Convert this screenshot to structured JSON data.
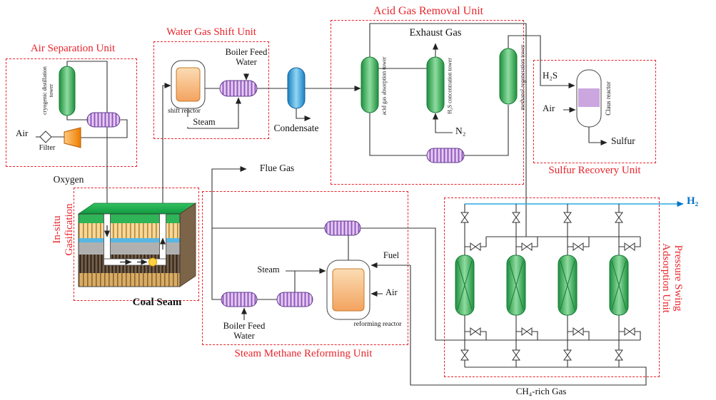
{
  "colors": {
    "unit_border_red": "#E8242B",
    "tower_green": "#1E8F3E",
    "exchanger_purple": "#9059BE",
    "reactor_orange": "#F3A35F",
    "condensate_blue": "#1A7FC0",
    "claus_band_purple": "#CBA6DF",
    "h2_text_blue": "#0072C6",
    "h2_line_blue": "#29ABE2",
    "compressor_orange": "#ED7D00",
    "fire_yellow": "#FFD23F"
  },
  "units": {
    "asu": {
      "title": "Air Separation Unit",
      "tower_label": "cryogenic distillation tower",
      "air_label": "Air",
      "filter_label": "Filter",
      "oxygen_label": "Oxygen"
    },
    "wgs": {
      "title": "Water Gas Shift Unit",
      "bfw_label": "Boiler Feed Water",
      "reactor_label": "shift reactor",
      "steam_label": "Steam"
    },
    "condensate_label": "Condensate",
    "agr": {
      "title": "Acid Gas Removal Unit",
      "exhaust_label": "Exhaust Gas",
      "tower1_label": "acid gas absorption tower",
      "tower2_label": "H₂S concentration tower",
      "tower3_label": "methanol regeneration tower",
      "n2_label": "N₂"
    },
    "sru": {
      "title": "Sulfur Recovery Unit",
      "h2s_label": "H₂S",
      "air_label": "Air",
      "reactor_label": "Claus reactor",
      "sulfur_label": "Sulfur"
    },
    "isg": {
      "title": "In-situ Gasification",
      "coal_seam_label": "Coal Seam"
    },
    "smr": {
      "title": "Steam Methane Reforming Unit",
      "flue_gas_label": "Flue Gas",
      "steam_label": "Steam",
      "bfw_label": "Boiler Feed Water",
      "reactor_label": "reforming reactor",
      "fuel_label": "Fuel",
      "air_label": "Air"
    },
    "psa": {
      "title": "Pressure Swing Adsorption Unit",
      "h2_label": "H₂",
      "ch4_label": "CH₄-rich Gas"
    }
  }
}
